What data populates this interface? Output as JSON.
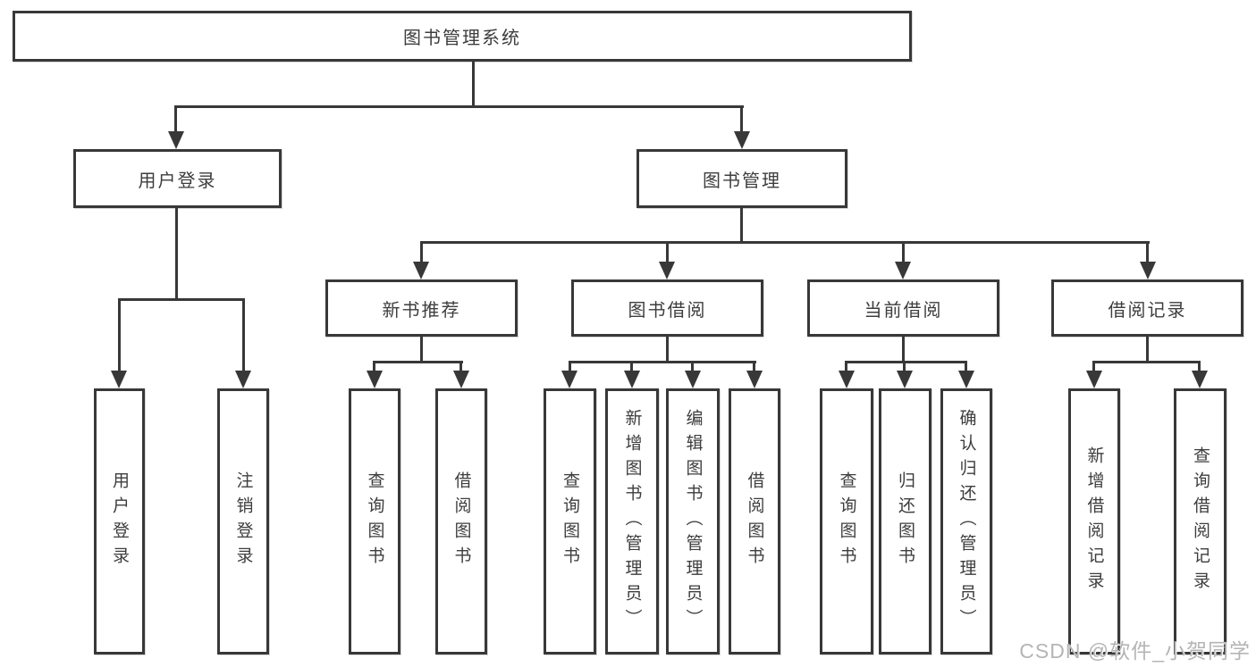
{
  "diagram": {
    "root": {
      "label": "图书管理系统"
    },
    "level2": [
      {
        "label": "用户登录"
      },
      {
        "label": "图书管理"
      }
    ],
    "level3": [
      {
        "label": "新书推荐"
      },
      {
        "label": "图书借阅"
      },
      {
        "label": "当前借阅"
      },
      {
        "label": "借阅记录"
      }
    ],
    "leaves": {
      "login": [
        {
          "label": "用户登录"
        },
        {
          "label": "注销登录"
        }
      ],
      "recommend": [
        {
          "label": "查询图书"
        },
        {
          "label": "借阅图书"
        }
      ],
      "borrow": [
        {
          "label": "查询图书"
        },
        {
          "label": "新增图书（管理员）"
        },
        {
          "label": "编辑图书（管理员）"
        },
        {
          "label": "借阅图书"
        }
      ],
      "current": [
        {
          "label": "查询图书"
        },
        {
          "label": "归还图书"
        },
        {
          "label": "确认归还（管理员）"
        }
      ],
      "records": [
        {
          "label": "新增借阅记录"
        },
        {
          "label": "查询借阅记录"
        }
      ]
    }
  },
  "watermark": {
    "text": "CSDN @软件_小贺同学"
  },
  "colors": {
    "line": "#383838",
    "text": "#3d3d3d",
    "background": "#ffffff",
    "watermark": "#b5b5b5"
  }
}
